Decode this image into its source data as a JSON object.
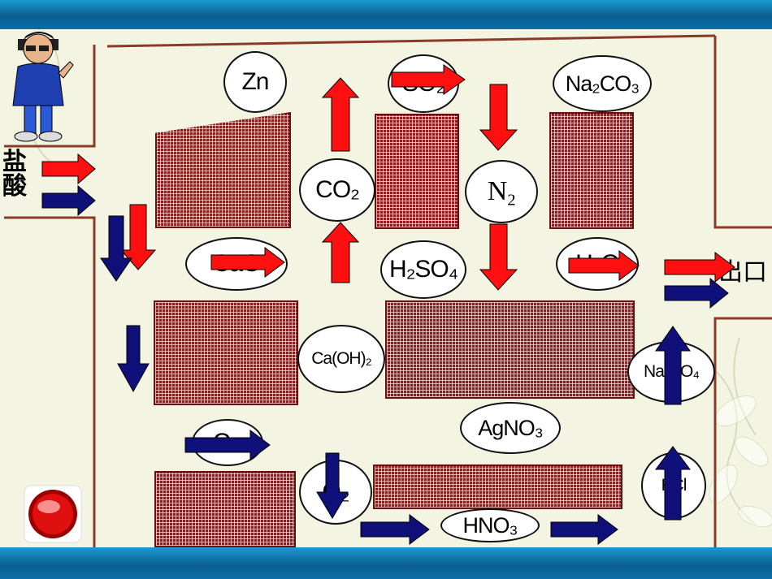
{
  "header": {
    "inlet_label": "盐酸",
    "outlet_label": "出口"
  },
  "molecules": [
    {
      "id": "zn",
      "label": "Zn"
    },
    {
      "id": "so2",
      "label": "SO₂"
    },
    {
      "id": "na2co3",
      "label": "Na₂CO₃"
    },
    {
      "id": "co2",
      "label": "CO₂"
    },
    {
      "id": "n2",
      "label": "N₂"
    },
    {
      "id": "cao",
      "label": "CaO"
    },
    {
      "id": "h2so4",
      "label": "H₂SO₄"
    },
    {
      "id": "h2o",
      "label": "H₂O"
    },
    {
      "id": "caoh2",
      "label": "Ca(OH)₂"
    },
    {
      "id": "na2so4",
      "label": "Na₂SO₄"
    },
    {
      "id": "agno3",
      "label": "AgNO₃"
    },
    {
      "id": "cu",
      "label": "Cu"
    },
    {
      "id": "o2",
      "label": "O₂"
    },
    {
      "id": "kcl",
      "label": "KCl"
    },
    {
      "id": "hno3",
      "label": "HNO₃"
    }
  ],
  "colors": {
    "acid_path": "#ff1010",
    "base_path": "#10107a",
    "wall": "#8b3a2a",
    "block": "#8a1e1e"
  },
  "icons": {
    "character": "cartoon-man-icon",
    "button": "red-round-button-icon"
  }
}
